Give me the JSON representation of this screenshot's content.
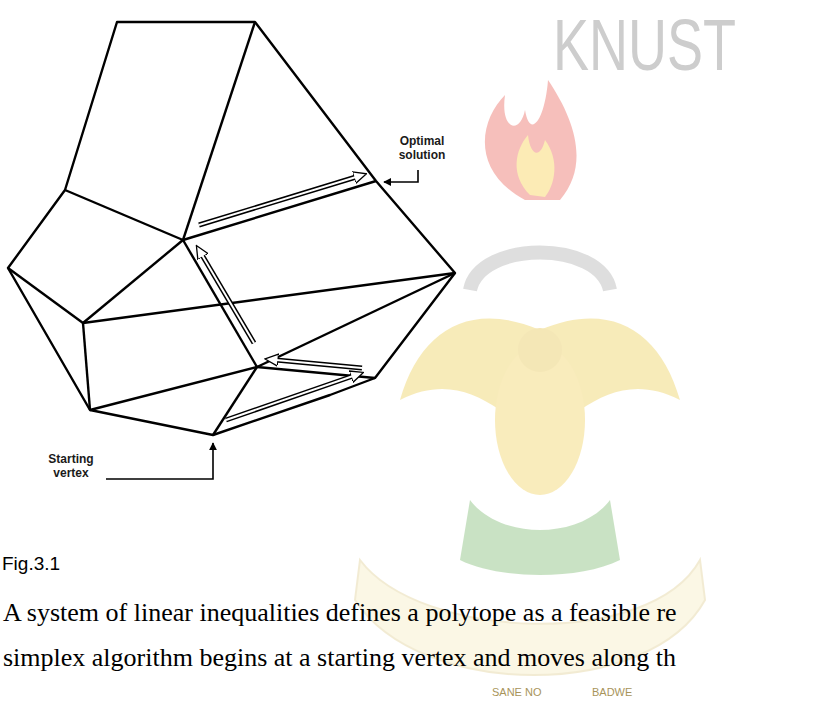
{
  "diagram": {
    "caption": "Fig.3.1",
    "labels": [
      "KNUST",
      "Optimal solution",
      "Starting vertex",
      "A system of linear inequalities defines a polytope as a feasible re",
      "simplex algorithm begins at a starting vertex and moves along th",
      "SANE NO",
      "BADWE"
    ]
  }
}
